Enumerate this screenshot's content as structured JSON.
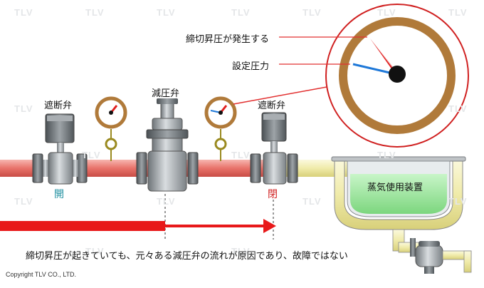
{
  "watermark": "TLV",
  "labels": {
    "shutoff_left": "遮断弁",
    "prv": "減圧弁",
    "shutoff_right": "遮断弁",
    "open": "開",
    "closed": "閉",
    "equipment": "蒸気使用装置",
    "lockup_rises": "締切昇圧が発生する",
    "set_pressure": "設定圧力",
    "caption": "締切昇圧が起きていても、元々ある減圧弁の流れが原因であり、故障ではない",
    "copyright": "Copyright TLV CO., LTD."
  },
  "colors": {
    "steam_pipe": "#e8726a",
    "condensate_pipe": "#f2eeb0",
    "equipment_liquid": "#9fe6a0",
    "gauge_ring": "#b07a3a",
    "open_text": "#1f8fa0",
    "closed_text": "#d02020",
    "arrow": "#e8191a",
    "callout_line": "#e23030"
  }
}
